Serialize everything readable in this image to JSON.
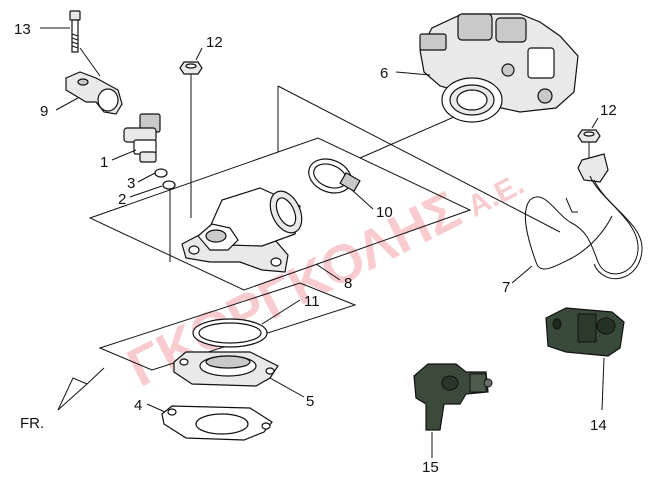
{
  "watermark": {
    "brand": "ΓΚΟΡΓΚΟΛΗΣ",
    "suffix": "Α.Ε.",
    "color": "#f4a3a8"
  },
  "direction_label": "FR.",
  "callouts": {
    "c1": "1",
    "c2": "2",
    "c3": "3",
    "c4": "4",
    "c5": "5",
    "c6": "6",
    "c7": "7",
    "c8": "8",
    "c9": "9",
    "c10": "10",
    "c11": "11",
    "c12a": "12",
    "c12b": "12",
    "c13": "13",
    "c14": "14",
    "c15": "15"
  }
}
